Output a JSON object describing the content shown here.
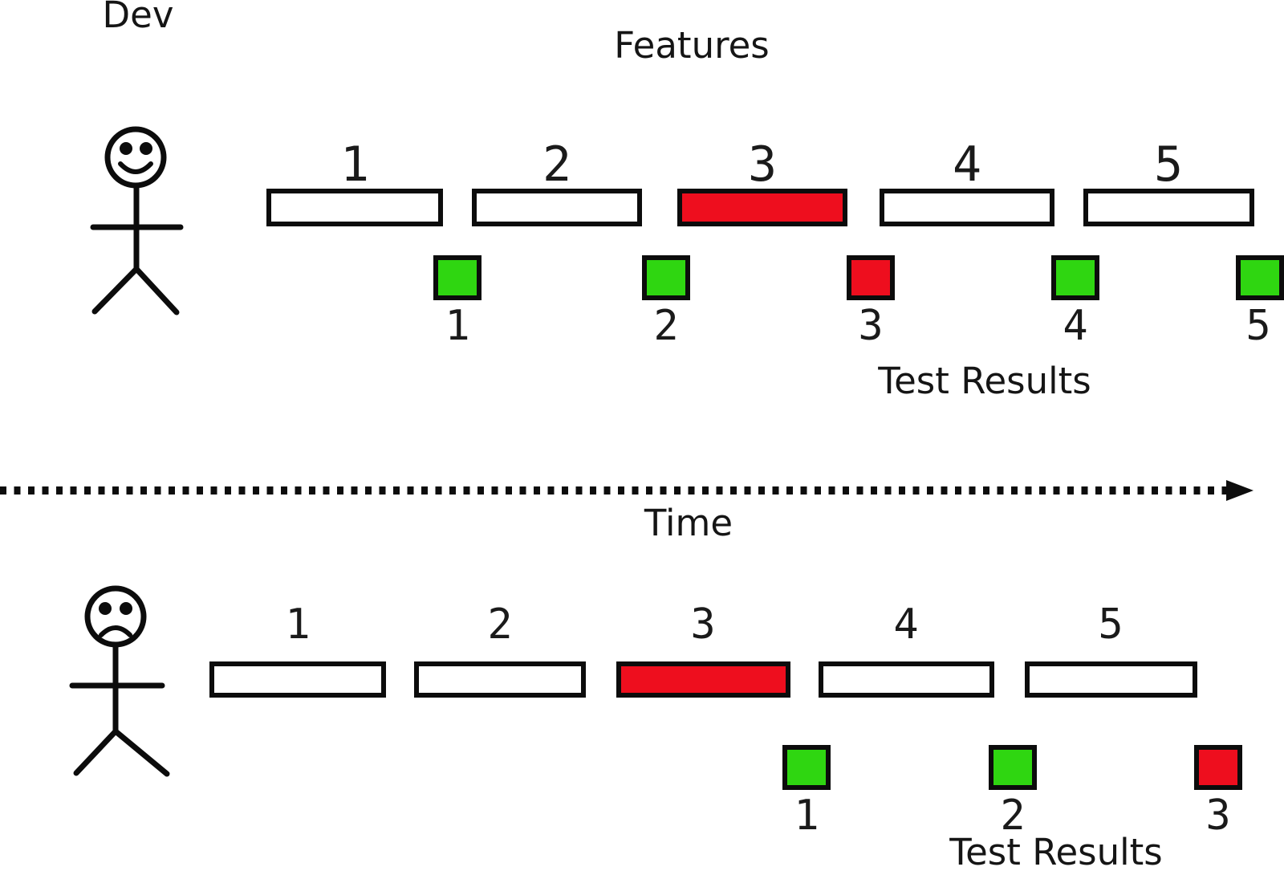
{
  "labels": {
    "dev": "Dev",
    "features": "Features",
    "time": "Time"
  },
  "colors": {
    "pass": "#2fd611",
    "fail": "#ee0e1e",
    "pending": "#ffffff"
  },
  "top": {
    "mood": "happy",
    "features": [
      {
        "label": "1",
        "status": "pending"
      },
      {
        "label": "2",
        "status": "pending"
      },
      {
        "label": "3",
        "status": "fail"
      },
      {
        "label": "4",
        "status": "pending"
      },
      {
        "label": "5",
        "status": "pending"
      }
    ],
    "tests": [
      {
        "label": "1",
        "status": "pass"
      },
      {
        "label": "2",
        "status": "pass"
      },
      {
        "label": "3",
        "status": "fail"
      },
      {
        "label": "4",
        "status": "pass"
      },
      {
        "label": "5",
        "status": "pass"
      }
    ],
    "test_results_label": "Test Results"
  },
  "bottom": {
    "mood": "sad",
    "features": [
      {
        "label": "1",
        "status": "pending"
      },
      {
        "label": "2",
        "status": "pending"
      },
      {
        "label": "3",
        "status": "fail"
      },
      {
        "label": "4",
        "status": "pending"
      },
      {
        "label": "5",
        "status": "pending"
      }
    ],
    "tests": [
      {
        "label": "1",
        "status": "pass"
      },
      {
        "label": "2",
        "status": "pass"
      },
      {
        "label": "3",
        "status": "fail"
      }
    ],
    "test_results_label": "Test Results"
  }
}
